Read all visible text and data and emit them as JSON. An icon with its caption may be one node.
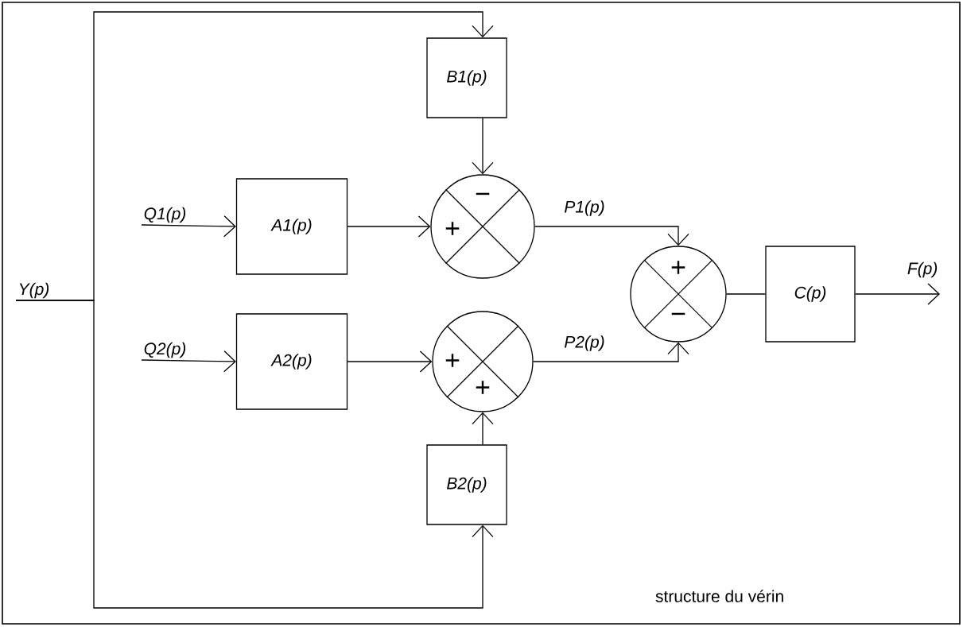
{
  "diagram": {
    "caption": "structure du vérin",
    "nodes": [
      {
        "text": [
          "B1(p)"
        ]
      },
      {
        "text": [
          "Q1(p)"
        ]
      },
      {
        "text": [
          "A1(p)"
        ]
      },
      {
        "text": [
          "−",
          "+"
        ]
      },
      {
        "text": [
          "Y(p)"
        ]
      },
      {
        "text": [
          "+",
          "−"
        ]
      },
      {
        "text": [
          "C(p)"
        ]
      },
      {
        "text": [
          "F(p)"
        ]
      },
      {
        "text": [
          "Q2(p)"
        ]
      },
      {
        "text": [
          "A2(p)"
        ]
      },
      {
        "text": [
          "+",
          "+"
        ]
      },
      {
        "text": [
          "B2(p)"
        ]
      }
    ],
    "edges": [
      {
        "from": 4,
        "to": 0,
        "arrow": "to"
      },
      {
        "from": 4,
        "to": 11,
        "arrow": "to"
      },
      {
        "from": 1,
        "to": 2,
        "arrow": "to"
      },
      {
        "from": 2,
        "to": 3,
        "arrow": "to"
      },
      {
        "from": 0,
        "to": 3,
        "arrow": "to"
      },
      {
        "from": 3,
        "to": 5,
        "arrow": "to",
        "label": "P1(p)"
      },
      {
        "from": 8,
        "to": 9,
        "arrow": "to"
      },
      {
        "from": 9,
        "to": 10,
        "arrow": "to"
      },
      {
        "from": 11,
        "to": 10,
        "arrow": "to"
      },
      {
        "from": 10,
        "to": 5,
        "arrow": "to",
        "label": "P2(p)"
      },
      {
        "from": 5,
        "to": 6,
        "arrow": "none"
      },
      {
        "from": 6,
        "to": 7,
        "arrow": "to"
      }
    ]
  }
}
